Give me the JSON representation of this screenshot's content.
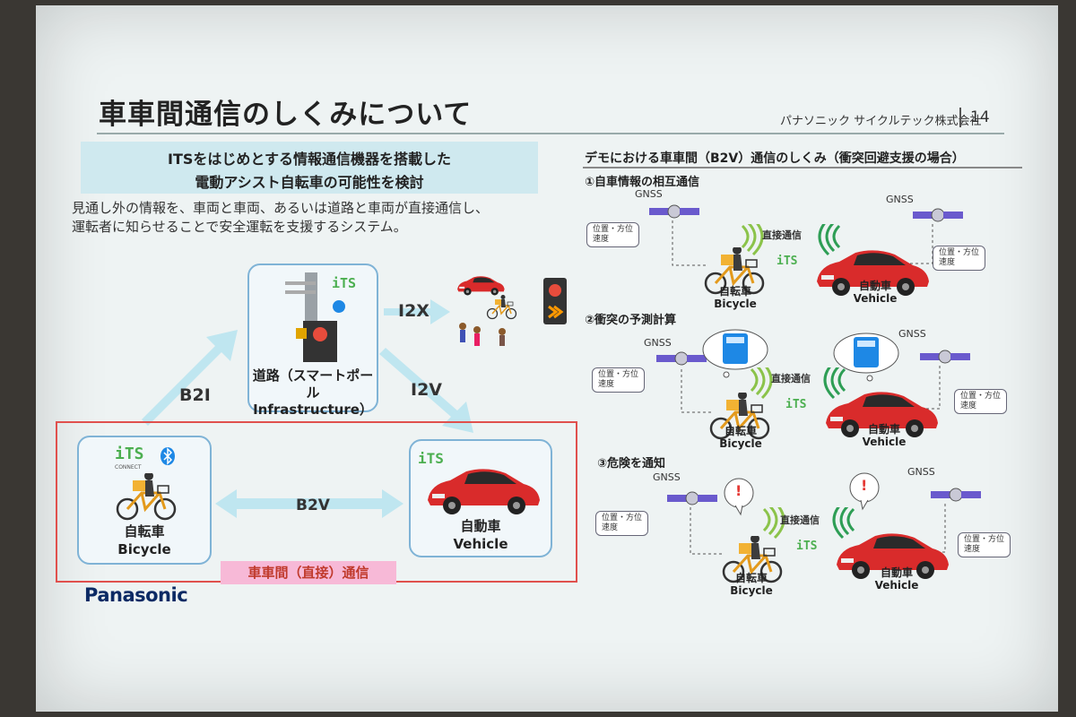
{
  "slide": {
    "title": "車車間通信のしくみについて",
    "company": "パナソニック サイクルテック株式会社",
    "page": "14",
    "banner_line1": "ITSをはじめとする情報通信機器を搭載した",
    "banner_line2": "電動アシスト自転車の可能性を検討",
    "lead_line1": "見通し外の情報を、車両と車両、あるいは道路と車両が直接通信し、",
    "lead_line2": "運転者に知らせることで安全運転を支援するシステム。",
    "logo": "Panasonic"
  },
  "left_diagram": {
    "its_logo": "iTS",
    "its_sub": "CONNECT",
    "infra_label_jp": "道路（スマートポール",
    "infra_label_en": "Infrastructure）",
    "bicycle_jp": "自転車",
    "bicycle_en": "Bicycle",
    "vehicle_jp": "自動車",
    "vehicle_en": "Vehicle",
    "b2i": "B2I",
    "i2v": "I2V",
    "i2x": "I2X",
    "b2v": "B2V",
    "v2v_label": "車車間（直接）通信"
  },
  "right_diagram": {
    "title": "デモにおける車車間（B2V）通信のしくみ（衝突回避支援の場合）",
    "steps": [
      {
        "label": "①自車情報の相互通信"
      },
      {
        "label": "②衝突の予測計算"
      },
      {
        "label": "③危険を通知"
      }
    ],
    "gnss": "GNSS",
    "pos_line1": "位置・方位",
    "pos_line2": "速度",
    "direct_comm": "直接通信",
    "alert": "!",
    "bicycle_jp": "自転車",
    "bicycle_en": "Bicycle",
    "vehicle_jp": "自動車",
    "vehicle_en": "Vehicle",
    "its_logo": "iTS"
  },
  "colors": {
    "banner": "#cfe9ef",
    "node_border": "#7fb3d6",
    "arrow": "#bfe6f0",
    "red_box": "#e0504d",
    "pink_label": "#f7b9d7",
    "car_red": "#d92b2b",
    "its_green": "#4caf50"
  }
}
